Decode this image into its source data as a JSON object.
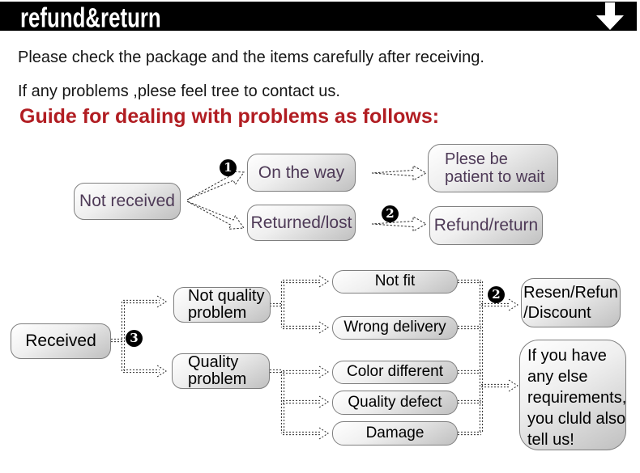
{
  "header": {
    "title": "refund&return",
    "arrow_icon": "down-arrow"
  },
  "intro": {
    "line1": "Please check the package and the items carefully after receiving.",
    "line2": "If any problems ,plese feel tree to contact us.",
    "heading": "Guide for dealing with problems as follows:"
  },
  "colors": {
    "header_bg": "#000000",
    "heading_red": "#b11d22",
    "flow1_text_purple": "#4e3a57",
    "flow2_text": "#000000",
    "box_gradient_top": "#ffffff",
    "box_gradient_bottom": "#c0c0c0"
  },
  "flow1": {
    "not_received": "Not received",
    "badge_1": "1",
    "on_the_way": "On the way",
    "patient": "Plese be\npatient to wait",
    "returned_lost": "Returned/lost",
    "badge_2": "2",
    "refund_return": "Refund/return"
  },
  "flow2": {
    "received": "Received",
    "badge_3": "3",
    "not_quality": "Not quality\nproblem",
    "quality": "Quality\nproblem",
    "not_fit": "Not fit",
    "wrong_delivery": "Wrong delivery",
    "color_different": "Color different",
    "quality_defect": "Quality defect",
    "damage": "Damage",
    "badge_2": "2",
    "resen": "Resen/Refun\n/Discount",
    "if_you_have": "If you have\nany else\nrequirements,\nyou cluld also\ntell us!"
  }
}
